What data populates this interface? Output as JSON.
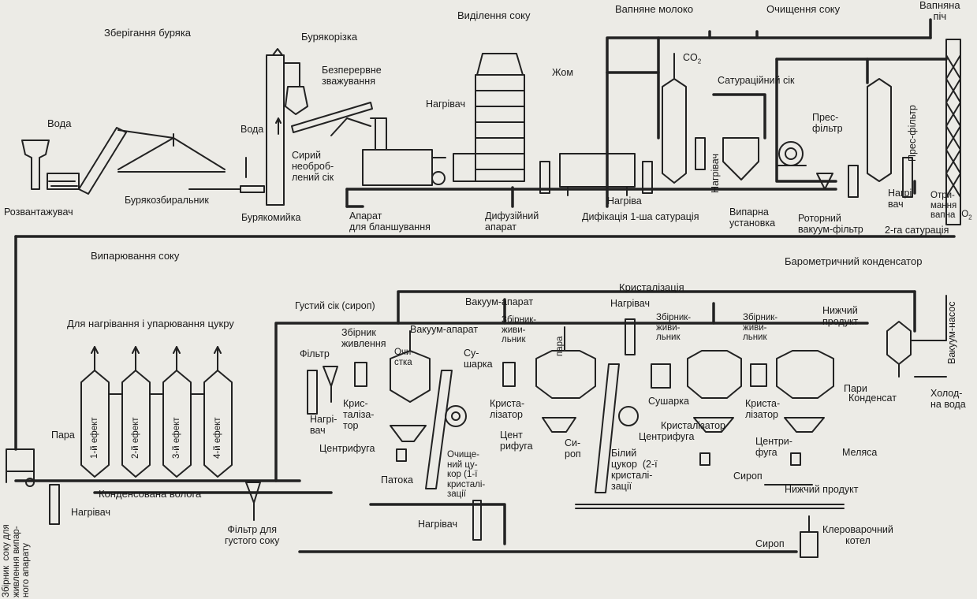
{
  "labels": {
    "vodaTop": "Вода",
    "zberigannya": "Зберігання буряка",
    "burjakorizka": "Бурякорізка",
    "vidilennya": "Виділення соку",
    "vapnyaneMoloko": "Вапняне молоко",
    "ochyshchennya": "Очищення соку",
    "vapnyanaPich": "Вапняна\nпіч",
    "co2": "CO",
    "co2sub": "2",
    "bezperervne": "Безперервне\nзважування",
    "zhom": "Жом",
    "nagrivachTop": "Нагрівач",
    "saturatsiyniySik": "Сатураційний сік",
    "presFiltr": "Прес-\nфільтр",
    "presFiltrV": "Прес-фільтр",
    "vodaMid": "Вода",
    "syriy": "Сирий\nнеоброб-\nлений сік",
    "rozvantazhuvach": "Розвантажувач",
    "buryakozbyralnyk": "Бурякозбиральник",
    "buryakomyika": "Бурякомийка",
    "aparatBlansh": "Апарат\nдля бланшування",
    "dyfuziyniy": "Дифузійний\nапарат",
    "nagrivaDef": "Нагріва",
    "dyfikatsiya": "Дифікація 1-ша сатурація",
    "nagrivachVert": "Нагрівач",
    "vyparna": "Випарна\nустановка",
    "rotorniy": "Роторний\nвакуум-фільтр",
    "nagrVach": "Нагрі\nвач",
    "druhaSat": "2-га сатурація",
    "otrymannya": "Отри-\nмання\nвапна",
    "otrymannyaIO2": "IO",
    "otrymannyaIO2sub": "2",
    "vyparuvannya": "Випарювання соку",
    "kryst": "Кристалізація",
    "barometr": "Барометричний конденсатор",
    "hustiySik": "Густий сік (сироп)",
    "dlyaNagrivannya": "Для нагрівання і упарювання цукру",
    "vakuumAparatR": "Вакуум-апарат",
    "nagrivachR": "Нагрівач",
    "zbirnykZhyv": "Збірник\nживлення",
    "vakuumAparatL": "Вакуум-апарат",
    "zbirnykZh2": "Збірник-\nживи-\nльник",
    "para2": "пара",
    "zbirnykZh3": "Збірник-\nживи-\nльник",
    "zbirnykZh4": "Збірник-\nживи-\nльник",
    "nyzhniyProdukt1": "Нижчий\nпродукт",
    "vakuumNasos": "Вакуум-насос",
    "filtr": "Фільтр",
    "ochystka": "Очи-\nстка",
    "susharka1": "Су-\nшарка",
    "nagrivachL": "Нагрі-\nвач",
    "krystalizatorL": "Крис-\nталіза-\nтор",
    "centryfugaL": "Центрифуга",
    "patoka": "Патока",
    "ochyshcheniy": "Очище-\nний цу-\nкор (1-ї\nкристалі-\nзації",
    "krystalizator2": "Криста-\nлізатор",
    "centryfuga2": "Цент\nрифуга",
    "syrop2": "Си-\nроп",
    "biliy": "Білий\nцукор  (2-ї\nкристалі-\nзації",
    "susharka2": "Сушарка",
    "krystalizator3": "Кристалізатор",
    "centryfuga3": "Центрифуга",
    "krystalizator4": "Криста-\nлізатор",
    "centryfuga4": "Центри-\nфуга",
    "pary": "Пари",
    "kondensat": "Конденсат",
    "kholodna": "Холод-\nна вода",
    "melyasa": "Меляса",
    "syropLow": "Сироп",
    "nyzhniyProdukt2": "Нижчий продукт",
    "para": "Пара",
    "efekt1": "1-й ефект",
    "efekt2": "2-й ефект",
    "efekt3": "3-й ефект",
    "efekt4": "4-й ефект",
    "kondensovana": "Конденсована волога",
    "nagrivachBottom": "Нагрівач",
    "filtrGustyi": "Фільтр для\nгустого соку",
    "nagrivachBottom2": "Нагрівач",
    "syropBottom": "Сироп",
    "klerovarochniy": "Клероварочний\nкотел",
    "zbirnykSoku": "Збірник  соку для\nживлення випар-\nного апарату"
  }
}
